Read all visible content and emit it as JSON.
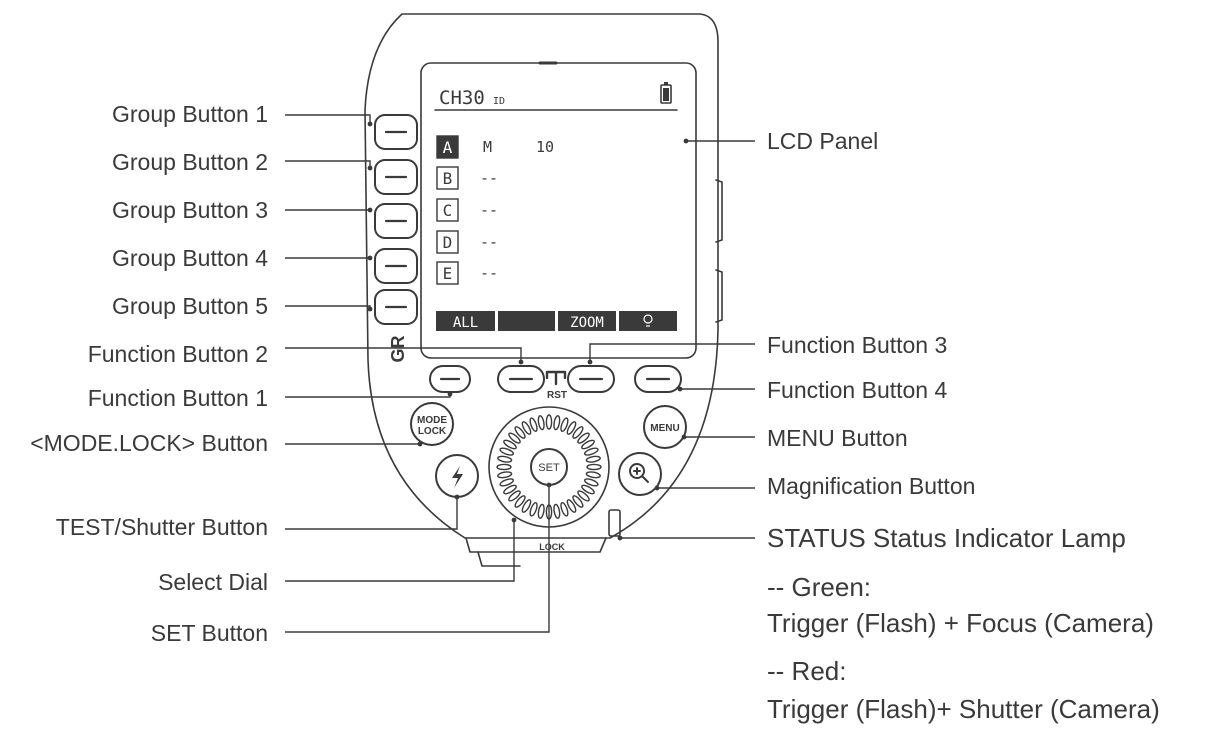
{
  "labels_left": [
    {
      "id": "group-button-1",
      "text": "Group Button 1"
    },
    {
      "id": "group-button-2",
      "text": "Group Button 2"
    },
    {
      "id": "group-button-3",
      "text": "Group Button 3"
    },
    {
      "id": "group-button-4",
      "text": "Group Button 4"
    },
    {
      "id": "group-button-5",
      "text": "Group Button 5"
    },
    {
      "id": "function-button-2",
      "text": "Function Button 2"
    },
    {
      "id": "function-button-1",
      "text": "Function Button 1"
    },
    {
      "id": "mode-lock-button",
      "text": "<MODE.LOCK> Button"
    },
    {
      "id": "test-shutter-button",
      "text": "TEST/Shutter Button"
    },
    {
      "id": "select-dial",
      "text": "Select Dial"
    },
    {
      "id": "set-button",
      "text": "SET Button"
    }
  ],
  "labels_right": [
    {
      "id": "lcd-panel",
      "text": "LCD Panel"
    },
    {
      "id": "function-button-3",
      "text": "Function Button 3"
    },
    {
      "id": "function-button-4",
      "text": "Function Button 4"
    },
    {
      "id": "menu-button",
      "text": "MENU Button"
    },
    {
      "id": "magnification-button",
      "text": "Magnification Button"
    }
  ],
  "status": {
    "title": "STATUS Status Indicator Lamp",
    "green_heading": "-- Green:",
    "green_desc": "Trigger (Flash) + Focus (Camera)",
    "red_heading": "-- Red:",
    "red_desc": "Trigger (Flash)+ Shutter (Camera)"
  },
  "lcd": {
    "channel": "CH30",
    "id_label": "ID",
    "groups": [
      {
        "letter": "A",
        "mode": "M",
        "value": "10",
        "selected": true
      },
      {
        "letter": "B",
        "mode": "--",
        "value": "",
        "selected": false
      },
      {
        "letter": "C",
        "mode": "--",
        "value": "",
        "selected": false
      },
      {
        "letter": "D",
        "mode": "--",
        "value": "",
        "selected": false
      },
      {
        "letter": "E",
        "mode": "--",
        "value": "",
        "selected": false
      }
    ],
    "softkeys": [
      "ALL",
      "",
      "ZOOM",
      "bulb-icon"
    ]
  },
  "device": {
    "gr_label": "GR",
    "rst_label": "RST",
    "mode_label_top": "MODE",
    "mode_label_bottom": "LOCK",
    "menu_label": "MENU",
    "set_label": "SET",
    "flash_icon": "lightning-icon",
    "zoom_icon": "magnifier-plus-icon",
    "lock_text": "LOCK"
  },
  "colors": {
    "line": "#3a3a3a",
    "text": "#3a3a3a",
    "lcd_inverse": "#3a3a3a"
  }
}
